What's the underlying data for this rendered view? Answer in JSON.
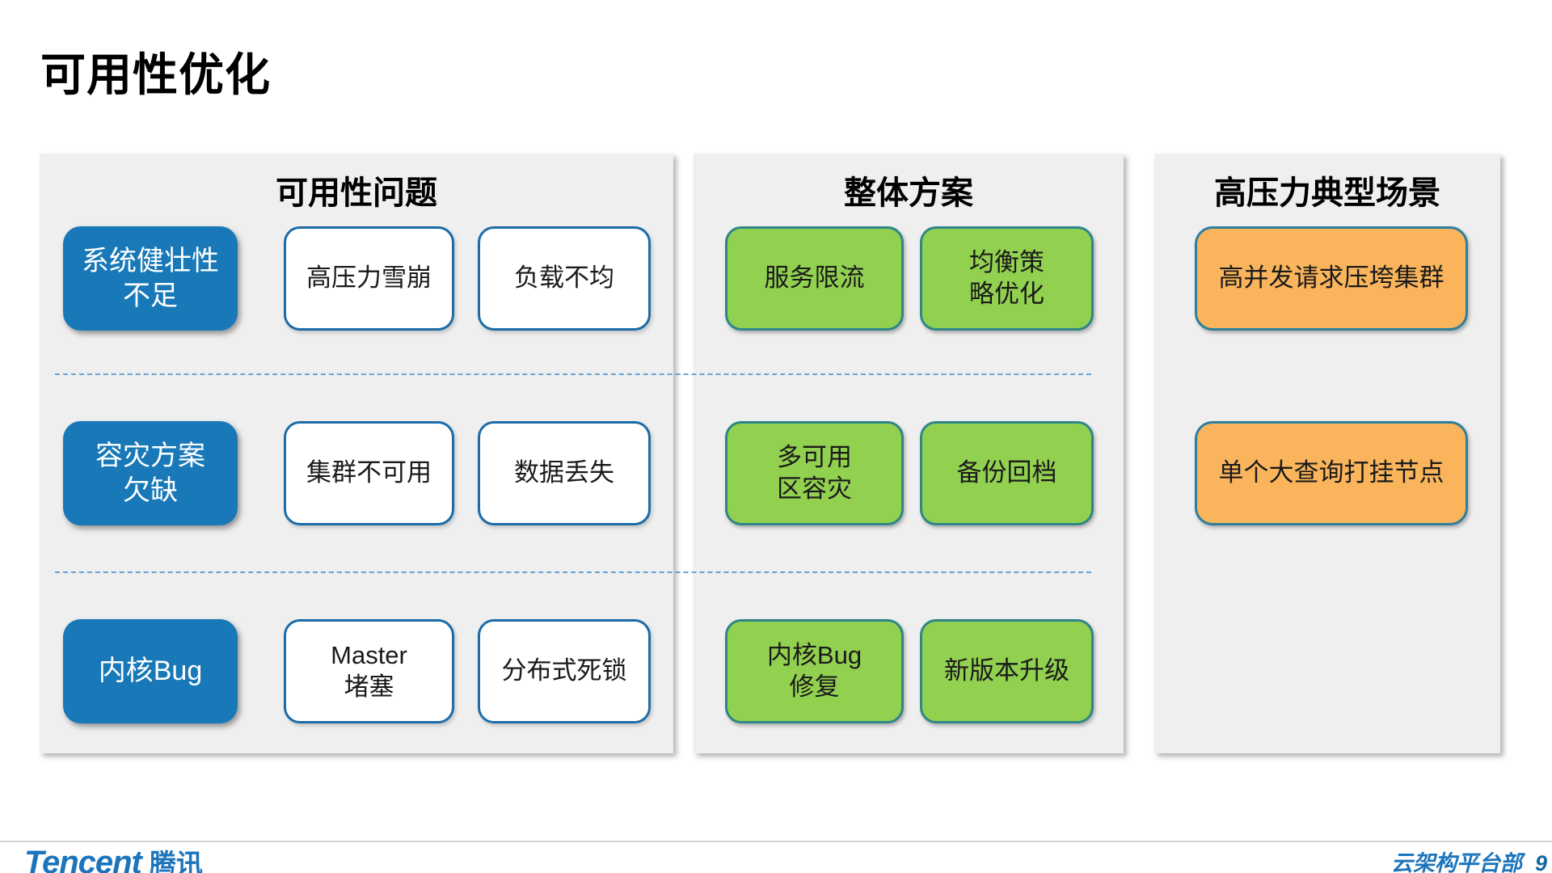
{
  "title": "可用性优化",
  "panels": [
    {
      "id": "problems",
      "title": "可用性问题",
      "rows": [
        {
          "cells": [
            {
              "col": 1,
              "variant": "blue",
              "name": "problem-category-box",
              "text": "系统健壮性\n不足"
            },
            {
              "col": 2,
              "variant": "white",
              "name": "problem-box",
              "text": "高压力雪崩"
            },
            {
              "col": 3,
              "variant": "white",
              "name": "problem-box",
              "text": "负载不均"
            }
          ]
        },
        {
          "cells": [
            {
              "col": 1,
              "variant": "blue",
              "name": "problem-category-box",
              "text": "容灾方案\n欠缺"
            },
            {
              "col": 2,
              "variant": "white",
              "name": "problem-box",
              "text": "集群不可用"
            },
            {
              "col": 3,
              "variant": "white",
              "name": "problem-box",
              "text": "数据丢失"
            }
          ]
        },
        {
          "cells": [
            {
              "col": 1,
              "variant": "blue",
              "name": "problem-category-box",
              "text": "内核Bug"
            },
            {
              "col": 2,
              "variant": "white",
              "name": "problem-box",
              "text": "Master\n堵塞"
            },
            {
              "col": 3,
              "variant": "white",
              "name": "problem-box",
              "text": "分布式死锁"
            }
          ]
        }
      ]
    },
    {
      "id": "solution",
      "title": "整体方案",
      "rows": [
        {
          "cells": [
            {
              "col": 1,
              "variant": "green",
              "name": "solution-box",
              "text": "服务限流"
            },
            {
              "col": 2,
              "variant": "green",
              "name": "solution-box",
              "text": "均衡策\n略优化"
            }
          ]
        },
        {
          "cells": [
            {
              "col": 1,
              "variant": "green",
              "name": "solution-box",
              "text": "多可用\n区容灾"
            },
            {
              "col": 2,
              "variant": "green",
              "name": "solution-box",
              "text": "备份回档"
            }
          ]
        },
        {
          "cells": [
            {
              "col": 1,
              "variant": "green",
              "name": "solution-box",
              "text": "内核Bug\n修复"
            },
            {
              "col": 2,
              "variant": "green",
              "name": "solution-box",
              "text": "新版本升级"
            }
          ]
        }
      ]
    },
    {
      "id": "scenario",
      "title": "高压力典型场景",
      "rows": [
        {
          "cells": [
            {
              "col": 1,
              "variant": "orange",
              "name": "scenario-box",
              "text": "高并发请求压垮集群"
            }
          ]
        },
        {
          "cells": [
            {
              "col": 1,
              "variant": "orange",
              "name": "scenario-box",
              "text": "单个大查询打挂节点"
            }
          ]
        },
        {
          "cells": []
        }
      ]
    }
  ],
  "footer": {
    "logo_en": "Tencent",
    "logo_cn": "腾讯",
    "department": "云架构平台部",
    "page_number": "9"
  },
  "colors": {
    "category_blue": "#1878b8",
    "problem_border_blue": "#1b6ca8",
    "solution_green": "#92d050",
    "solution_border": "#2e8688",
    "scenario_orange": "#f9b45c",
    "scenario_border": "#2d7f9c",
    "divider_dash_blue": "#5b9bd5",
    "panel_gray": "#efefef",
    "footer_blue": "#1c75bc"
  }
}
